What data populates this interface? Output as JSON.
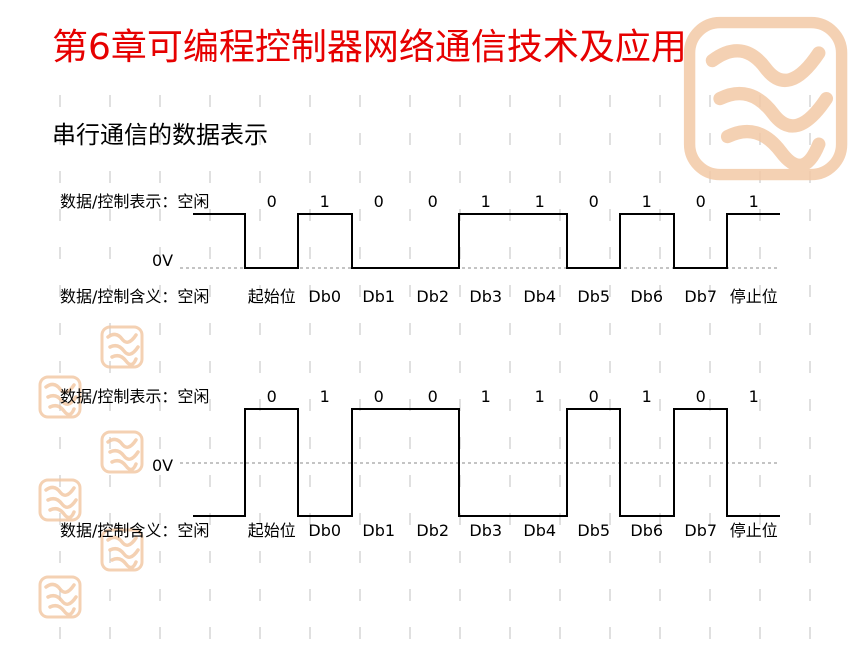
{
  "slide": {
    "title": "第6章可编程控制器网络通信技术及应用",
    "subtitle": "串行通信的数据表示"
  },
  "colors": {
    "title": "#e60000",
    "watermark": "#f3c9a6",
    "grid": "#cfcfcf",
    "wave": "#000000"
  },
  "diagrams": [
    {
      "repr_label": "数据/控制表示：空闲",
      "meaning_label": "数据/控制含义：空闲",
      "zero_label": "0V",
      "bits": [
        "0",
        "1",
        "0",
        "0",
        "1",
        "1",
        "0",
        "1",
        "0",
        "1"
      ],
      "meanings": [
        "起始位",
        "Db0",
        "Db1",
        "Db2",
        "Db3",
        "Db4",
        "Db5",
        "Db6",
        "Db7",
        "停止位"
      ],
      "levels": [
        0,
        1,
        0,
        0,
        1,
        1,
        0,
        1,
        0,
        1
      ],
      "idle_level": 1,
      "encoding": "unipolar"
    },
    {
      "repr_label": "数据/控制表示：空闲",
      "meaning_label": "数据/控制含义：空闲",
      "zero_label": "0V",
      "bits": [
        "0",
        "1",
        "0",
        "0",
        "1",
        "1",
        "0",
        "1",
        "0",
        "1"
      ],
      "meanings": [
        "起始位",
        "Db0",
        "Db1",
        "Db2",
        "Db3",
        "Db4",
        "Db5",
        "Db6",
        "Db7",
        "停止位"
      ],
      "levels": [
        1,
        0,
        1,
        1,
        0,
        0,
        1,
        0,
        1,
        0
      ],
      "idle_level": 0,
      "encoding": "bipolar"
    }
  ]
}
